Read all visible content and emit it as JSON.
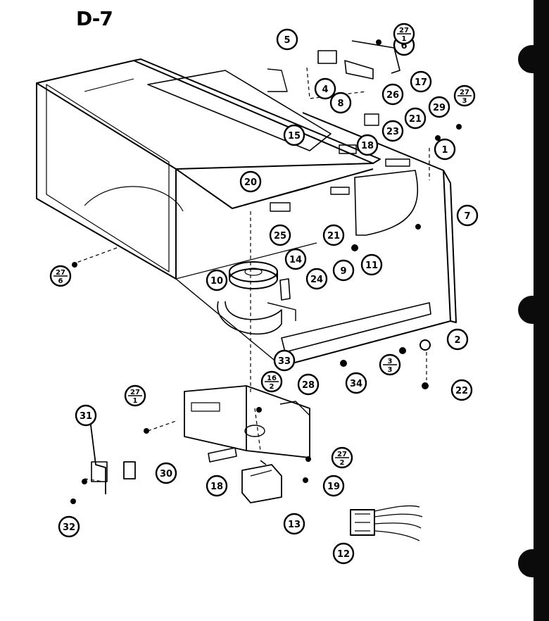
{
  "page": {
    "title": "D-7"
  },
  "callouts": [
    {
      "id": "c1",
      "label": "1"
    },
    {
      "id": "c2",
      "label": "2"
    },
    {
      "id": "c4",
      "label": "4"
    },
    {
      "id": "c5",
      "label": "5"
    },
    {
      "id": "c6",
      "label": "6"
    },
    {
      "id": "c7",
      "label": "7"
    },
    {
      "id": "c8",
      "label": "8"
    },
    {
      "id": "c9",
      "label": "9"
    },
    {
      "id": "c10",
      "label": "10"
    },
    {
      "id": "c11",
      "label": "11"
    },
    {
      "id": "c12",
      "label": "12"
    },
    {
      "id": "c13",
      "label": "13"
    },
    {
      "id": "c14",
      "label": "14"
    },
    {
      "id": "c15",
      "label": "15"
    },
    {
      "id": "c17",
      "label": "17"
    },
    {
      "id": "c18a",
      "label": "18"
    },
    {
      "id": "c18b",
      "label": "18"
    },
    {
      "id": "c19",
      "label": "19"
    },
    {
      "id": "c20",
      "label": "20"
    },
    {
      "id": "c21a",
      "label": "21"
    },
    {
      "id": "c21b",
      "label": "21"
    },
    {
      "id": "c22",
      "label": "22"
    },
    {
      "id": "c23",
      "label": "23"
    },
    {
      "id": "c24",
      "label": "24"
    },
    {
      "id": "c25",
      "label": "25"
    },
    {
      "id": "c26",
      "label": "26"
    },
    {
      "id": "c28",
      "label": "28"
    },
    {
      "id": "c29",
      "label": "29"
    },
    {
      "id": "c30",
      "label": "30"
    },
    {
      "id": "c31",
      "label": "31"
    },
    {
      "id": "c32",
      "label": "32"
    },
    {
      "id": "c33",
      "label": "33"
    },
    {
      "id": "c34",
      "label": "34"
    }
  ],
  "fractions": [
    {
      "id": "f27_1a",
      "top": "27",
      "bottom": "1"
    },
    {
      "id": "f27_3",
      "top": "27",
      "bottom": "3"
    },
    {
      "id": "f27_6",
      "top": "27",
      "bottom": "6"
    },
    {
      "id": "f3_3",
      "top": "3",
      "bottom": "3"
    },
    {
      "id": "f16_2",
      "top": "16",
      "bottom": "2"
    },
    {
      "id": "f27_1b",
      "top": "27",
      "bottom": "1"
    },
    {
      "id": "f27_2",
      "top": "27",
      "bottom": "2"
    }
  ]
}
